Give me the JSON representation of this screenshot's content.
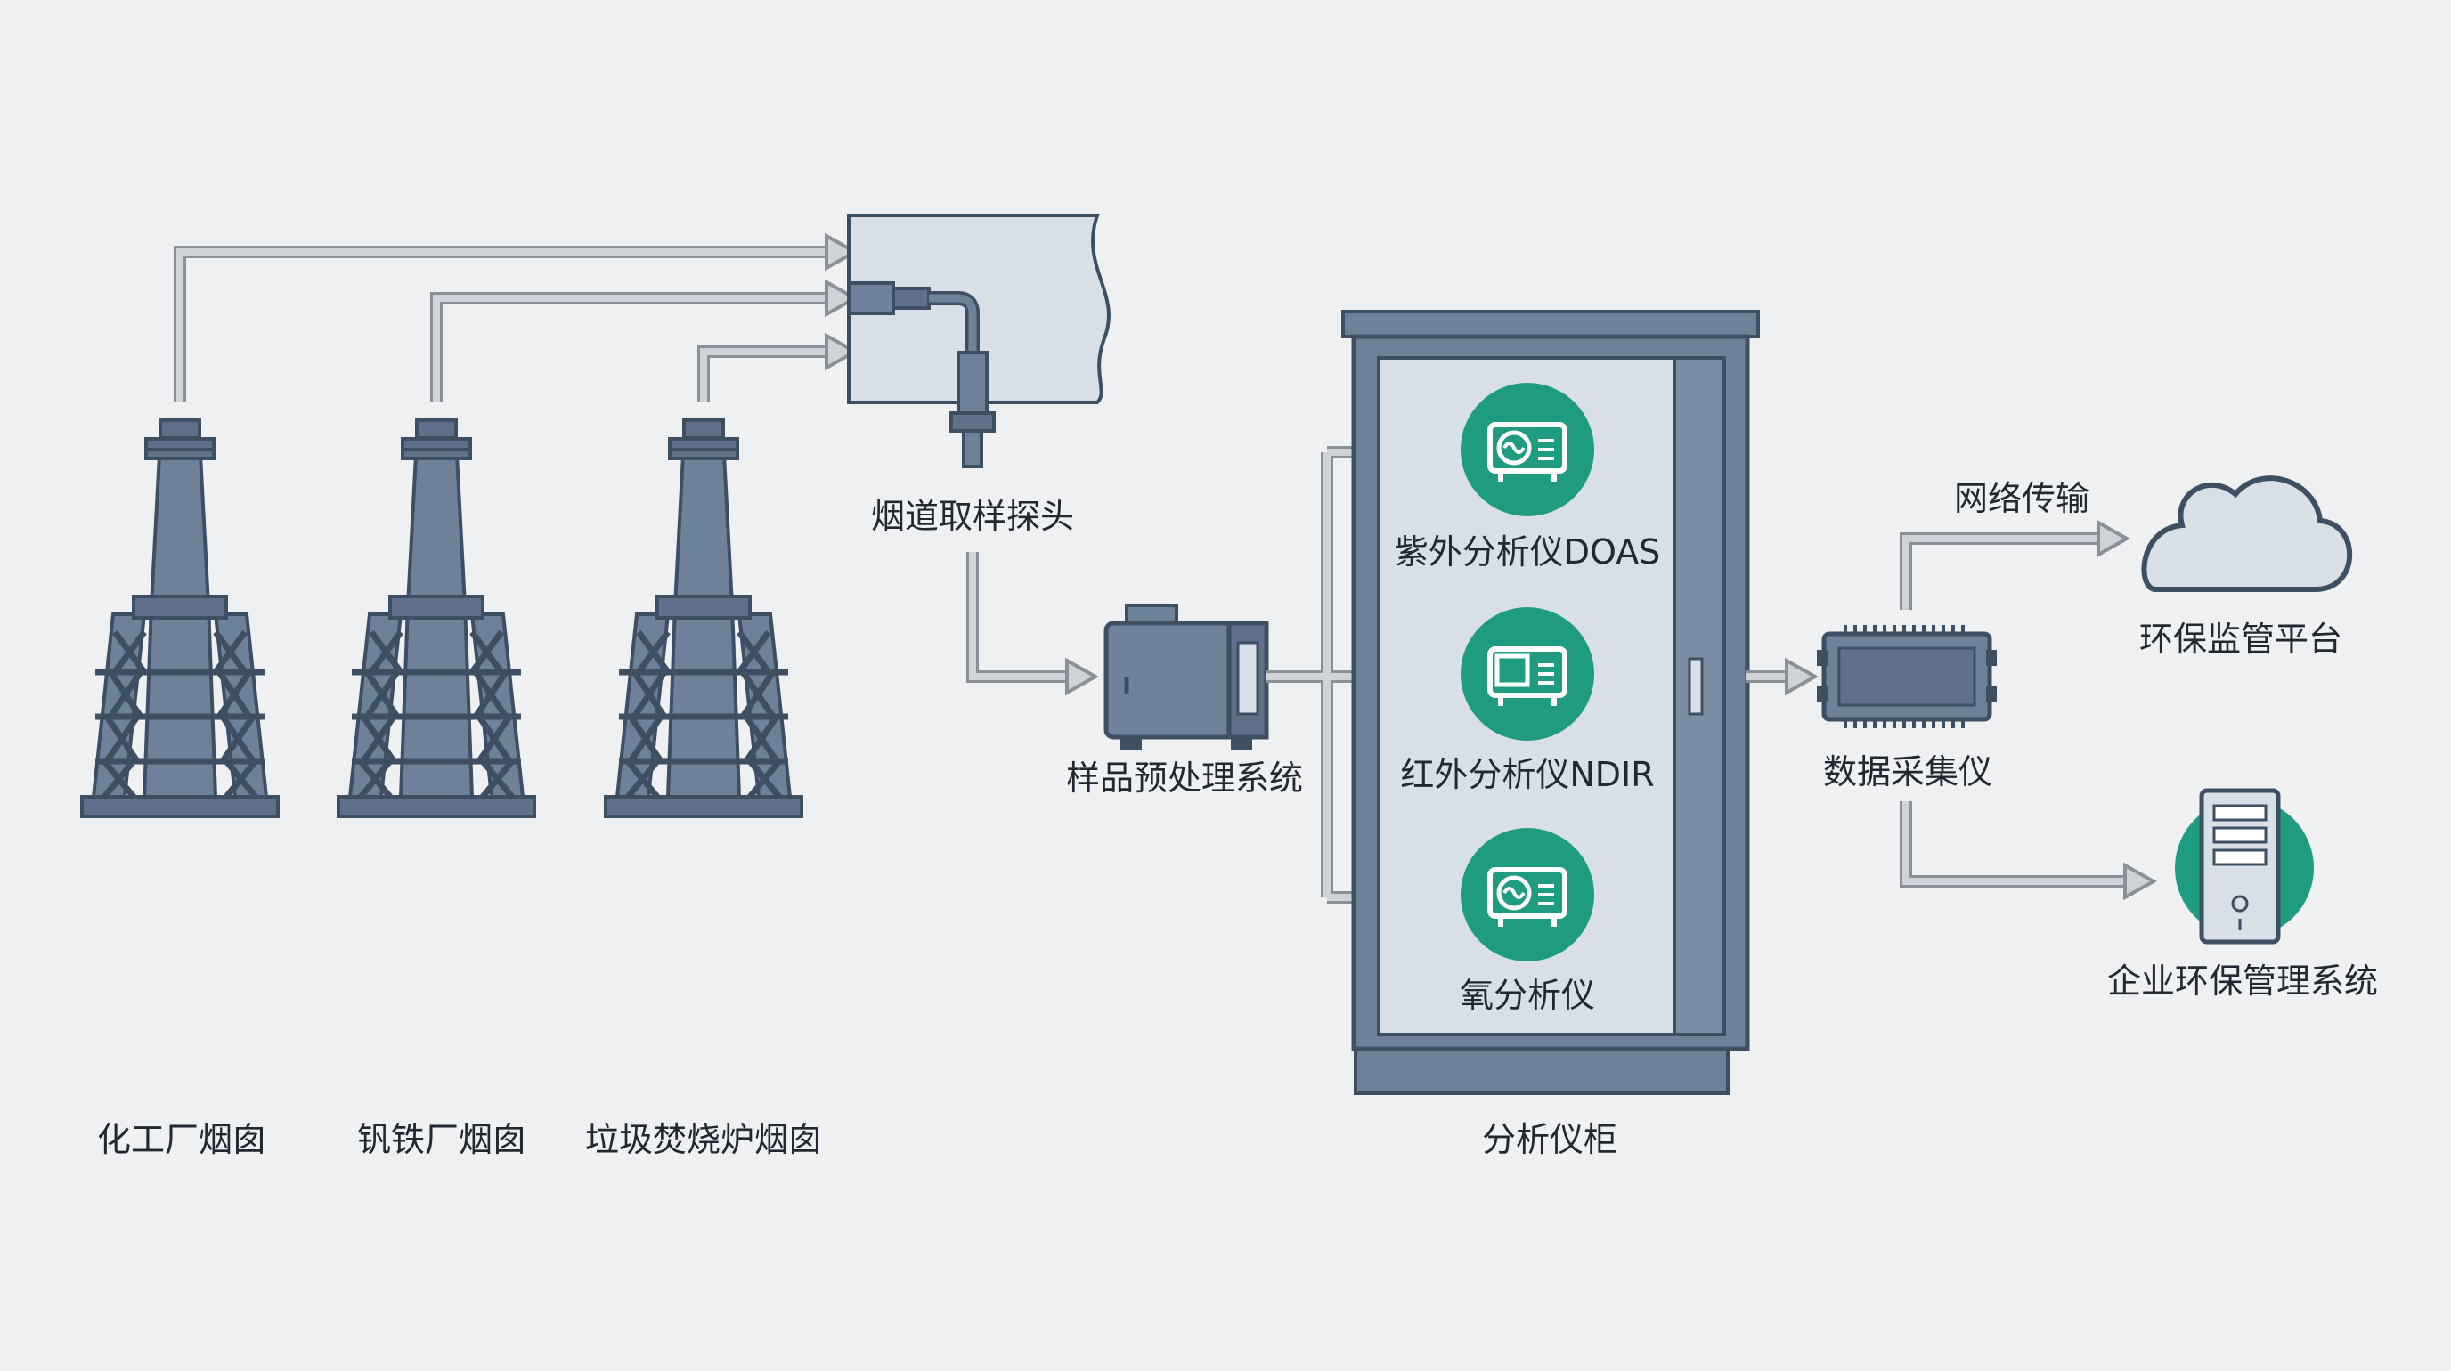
{
  "chimneys": [
    {
      "id": "chem",
      "label": "化工厂烟囱"
    },
    {
      "id": "steel",
      "label": "钒铁厂烟囱"
    },
    {
      "id": "waste",
      "label": "垃圾焚烧炉烟囱"
    }
  ],
  "probe": {
    "label": "烟道取样探头"
  },
  "pretreatment": {
    "label": "样品预处理系统"
  },
  "cabinet": {
    "label": "分析仪柜",
    "analyzers": [
      {
        "label": "紫外分析仪DOAS",
        "icon": "uv-analyzer-icon"
      },
      {
        "label": "红外分析仪NDIR",
        "icon": "ir-analyzer-icon"
      },
      {
        "label": "氧分析仪",
        "icon": "oxygen-analyzer-icon"
      }
    ]
  },
  "daq": {
    "label": "数据采集仪"
  },
  "network": {
    "label": "网络传输"
  },
  "cloud": {
    "label": "环保监管平台",
    "icon": "cloud-icon"
  },
  "server": {
    "label": "企业环保管理系统",
    "icon": "server-icon"
  },
  "colors": {
    "background": "#eef0f2",
    "steel": "#6d8199",
    "outline": "#3d4f63",
    "teal": "#1e9b80",
    "arrow": "#cfd3d7",
    "panel": "#d8dfe6"
  }
}
